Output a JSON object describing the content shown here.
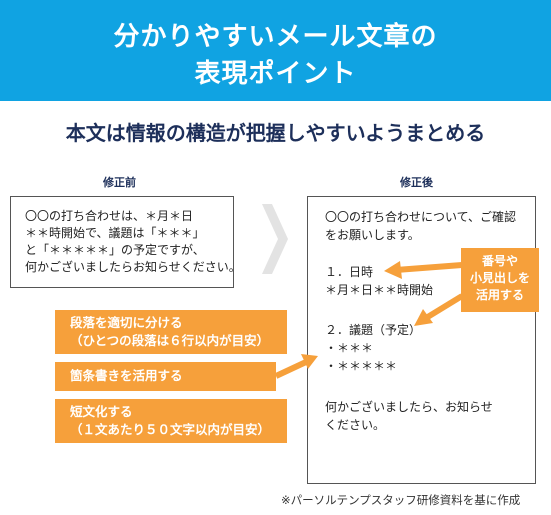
{
  "header": {
    "title_line1": "分かりやすいメール文章の",
    "title_line2": "表現ポイント",
    "bg_color": "#10a3e2"
  },
  "subtitle": "本文は情報の構造が把握しやすいようまとめる",
  "before": {
    "label": "修正前",
    "text": "〇〇の打ち合わせは、＊月＊日\n＊＊時開始で、議題は「＊＊＊」\nと「＊＊＊＊＊」の予定ですが、\n何かございましたらお知らせください。"
  },
  "after": {
    "label": "修正後",
    "intro": "〇〇の打ち合わせについて、ご確認\nをお願いします。",
    "section1": "１．日時\n＊月＊日＊＊時開始",
    "section2": "２．議題（予定）\n・＊＊＊\n・＊＊＊＊＊",
    "closing": "何かございましたら、お知らせ\nください。"
  },
  "callouts": {
    "numbering": "番号や\n小見出しを\n活用する",
    "paragraph": "段落を適切に分ける\n（ひとつの段落は６行以内が目安）",
    "bullets": "箇条書きを活用する",
    "short": "短文化する\n（１文あたり５０文字以内が目安）",
    "color": "#f6a03b"
  },
  "footnote": "※パーソルテンプスタッフ研修資料を基に作成"
}
